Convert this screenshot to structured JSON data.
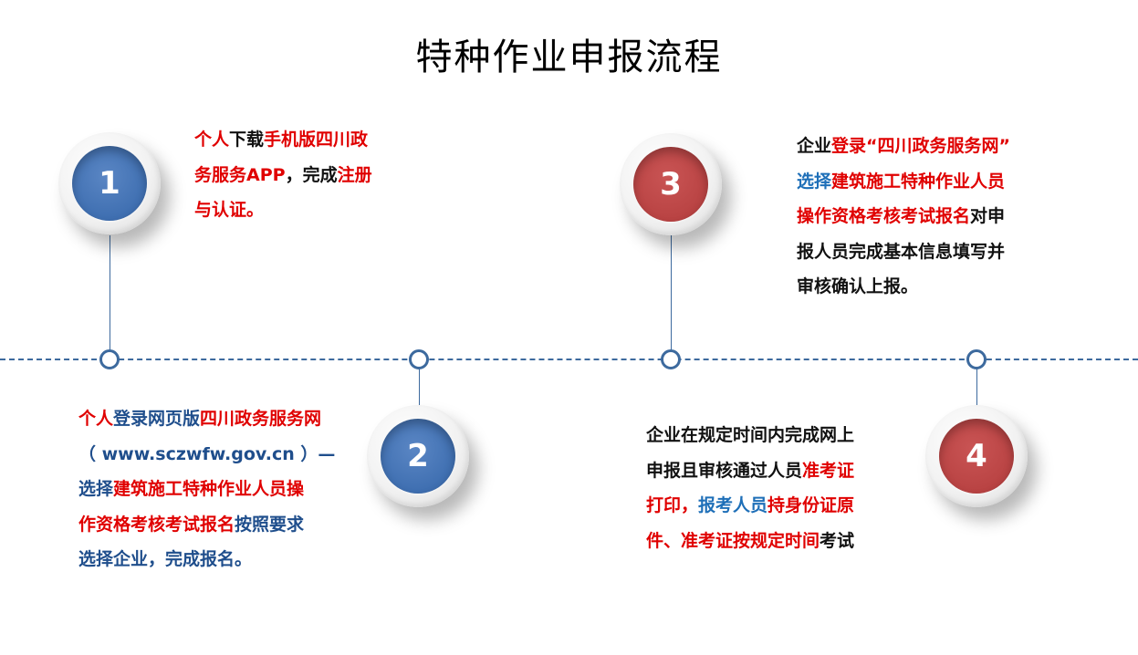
{
  "title": "特种作业申报流程",
  "colors": {
    "timeline": "#3d6a9e",
    "badge_blue": "#3f6fb1",
    "badge_red": "#b94343",
    "highlight_red": "#e00000",
    "dark_blue_text": "#1f4e8c",
    "link_blue_text": "#1e6fb8"
  },
  "steps": [
    {
      "number": "1",
      "color": "blue",
      "lines": [
        [
          {
            "t": "个人",
            "c": "r"
          },
          {
            "t": "下载",
            "c": "k"
          },
          {
            "t": "手机版四川政",
            "c": "r"
          }
        ],
        [
          {
            "t": "务服务APP",
            "c": "r"
          },
          {
            "t": "，完成",
            "c": "k"
          },
          {
            "t": "注册",
            "c": "r"
          }
        ],
        [
          {
            "t": "与认证。",
            "c": "r"
          }
        ]
      ]
    },
    {
      "number": "2",
      "color": "blue",
      "lines": [
        [
          {
            "t": "个人",
            "c": "r"
          },
          {
            "t": "登录网页版",
            "c": "b"
          },
          {
            "t": "四川政务服务网",
            "c": "r"
          }
        ],
        [
          {
            "t": "（ www.sczwfw.gov.cn ）—",
            "c": "b"
          }
        ],
        [
          {
            "t": "选择",
            "c": "b"
          },
          {
            "t": "建筑施工特种作业人员操",
            "c": "r"
          }
        ],
        [
          {
            "t": "作资格考核考试报名",
            "c": "r"
          },
          {
            "t": "按照要求",
            "c": "b"
          }
        ],
        [
          {
            "t": "选择企业，完成报名。",
            "c": "b"
          }
        ]
      ]
    },
    {
      "number": "3",
      "color": "red",
      "lines": [
        [
          {
            "t": "企业",
            "c": "k"
          },
          {
            "t": "登录“四川政务服务网”",
            "c": "r"
          }
        ],
        [
          {
            "t": "选择",
            "c": "u"
          },
          {
            "t": "建筑施工特种作业人员",
            "c": "r"
          }
        ],
        [
          {
            "t": "操作资格考核考试报名",
            "c": "r"
          },
          {
            "t": "对申",
            "c": "k"
          }
        ],
        [
          {
            "t": "报人员完成基本信息填写并",
            "c": "k"
          }
        ],
        [
          {
            "t": "审核确认上报。",
            "c": "k"
          }
        ]
      ]
    },
    {
      "number": "4",
      "color": "red",
      "lines": [
        [
          {
            "t": "企业在规定时间内完成网上",
            "c": "k"
          }
        ],
        [
          {
            "t": "申报且审核通过人员",
            "c": "k"
          },
          {
            "t": "准考证",
            "c": "r"
          }
        ],
        [
          {
            "t": "打印，",
            "c": "r"
          },
          {
            "t": "报考人员",
            "c": "u"
          },
          {
            "t": "持身份证原",
            "c": "r"
          }
        ],
        [
          {
            "t": "件、准考证按规定时间",
            "c": "r"
          },
          {
            "t": "考试",
            "c": "k"
          }
        ]
      ]
    }
  ]
}
